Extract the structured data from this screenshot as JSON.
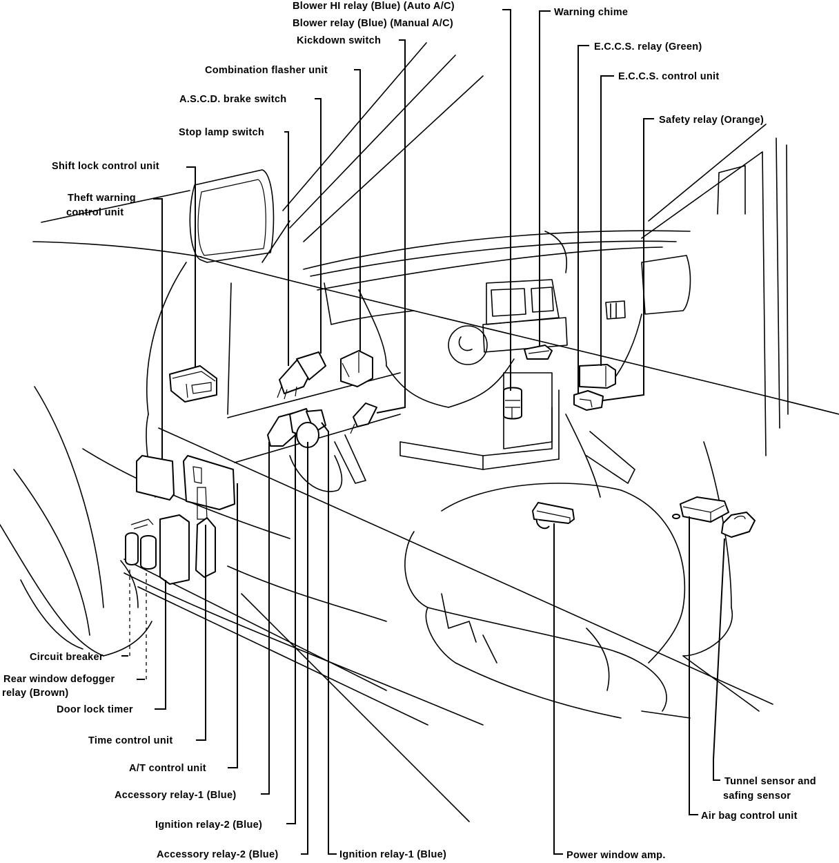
{
  "diagram": {
    "type": "component-location-illustration",
    "subject": "Vehicle interior (driver side dashboard / instrument panel area)",
    "colors": {
      "line": "#000000",
      "background": "#ffffff"
    },
    "labels": {
      "blower_hi_relay": "Blower HI relay (Blue) (Auto A/C)",
      "blower_relay": "Blower relay (Blue) (Manual A/C)",
      "kickdown_switch": "Kickdown switch",
      "combination_flasher": "Combination flasher unit",
      "ascd_brake_switch": "A.S.C.D. brake switch",
      "stop_lamp_switch": "Stop lamp switch",
      "shift_lock_control": "Shift lock control unit",
      "theft_warning_1": "Theft warning",
      "theft_warning_2": "control unit",
      "warning_chime": "Warning chime",
      "eccs_relay": "E.C.C.S. relay (Green)",
      "eccs_control": "E.C.C.S. control unit",
      "safety_relay": "Safety relay (Orange)",
      "circuit_breaker": "Circuit breaker",
      "rear_defogger_1": "Rear window defogger",
      "rear_defogger_2": "relay (Brown)",
      "door_lock_timer": "Door lock timer",
      "time_control": "Time control unit",
      "at_control": "A/T control unit",
      "accessory_relay_1": "Accessory relay-1 (Blue)",
      "ignition_relay_2": "Ignition relay-2 (Blue)",
      "accessory_relay_2": "Accessory relay-2 (Blue)",
      "ignition_relay_1": "Ignition relay-1 (Blue)",
      "power_window_amp": "Power window amp.",
      "airbag_control": "Air bag control unit",
      "tunnel_sensor_1": "Tunnel sensor and",
      "tunnel_sensor_2": "safing sensor"
    }
  }
}
